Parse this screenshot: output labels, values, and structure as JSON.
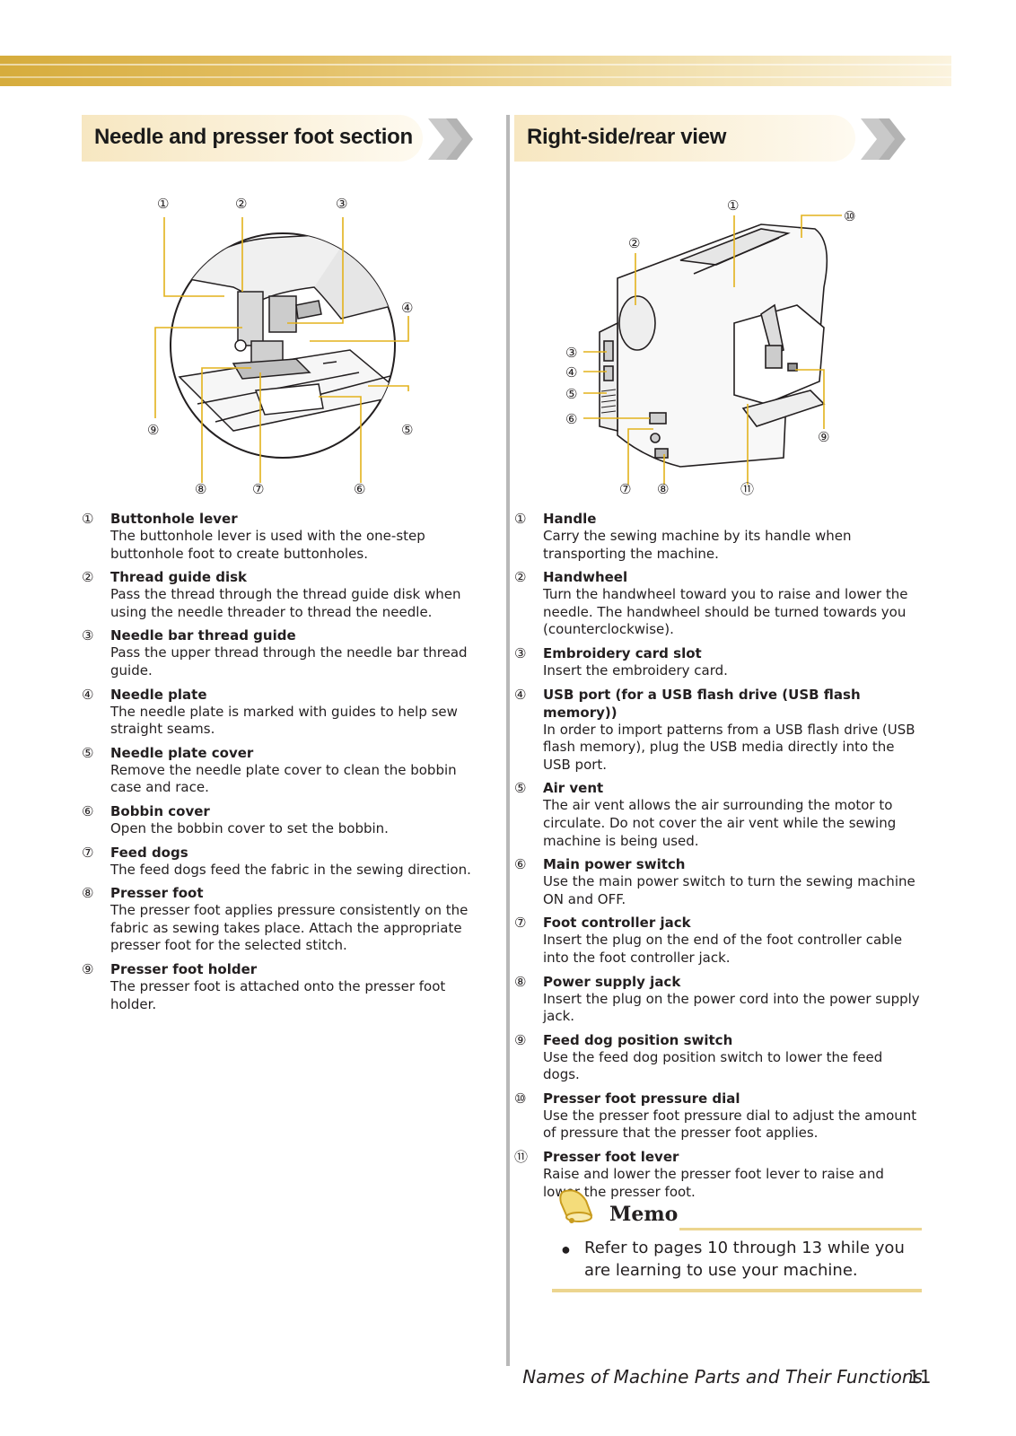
{
  "left_section": {
    "title": "Needle and presser foot section",
    "callouts": [
      "①",
      "②",
      "③",
      "④",
      "⑤",
      "⑥",
      "⑦",
      "⑧",
      "⑨"
    ],
    "parts": [
      {
        "num": "①",
        "name": "Buttonhole lever",
        "desc": "The buttonhole lever is used with the one-step buttonhole foot to create buttonholes."
      },
      {
        "num": "②",
        "name": "Thread guide disk",
        "desc": "Pass the thread through the thread guide disk when using the needle threader to thread the needle."
      },
      {
        "num": "③",
        "name": "Needle bar thread guide",
        "desc": "Pass the upper thread through the needle bar thread guide."
      },
      {
        "num": "④",
        "name": "Needle plate",
        "desc": "The needle plate is marked with guides to help sew straight seams."
      },
      {
        "num": "⑤",
        "name": "Needle plate cover",
        "desc": "Remove the needle plate cover to clean the bobbin case and race."
      },
      {
        "num": "⑥",
        "name": "Bobbin cover",
        "desc": "Open the bobbin cover to set the bobbin."
      },
      {
        "num": "⑦",
        "name": "Feed dogs",
        "desc": "The feed dogs feed the fabric in the sewing direction."
      },
      {
        "num": "⑧",
        "name": "Presser foot",
        "desc": "The presser foot applies pressure consistently on the fabric as sewing takes place. Attach the appropriate presser foot for the selected stitch."
      },
      {
        "num": "⑨",
        "name": "Presser foot holder",
        "desc": "The presser foot is attached onto the presser foot holder."
      }
    ]
  },
  "right_section": {
    "title": "Right-side/rear view",
    "callouts": [
      "①",
      "②",
      "③",
      "④",
      "⑤",
      "⑥",
      "⑦",
      "⑧",
      "⑨",
      "⑩",
      "⑪"
    ],
    "parts": [
      {
        "num": "①",
        "name": "Handle",
        "desc": "Carry the sewing machine by its handle when transporting the machine."
      },
      {
        "num": "②",
        "name": "Handwheel",
        "desc": "Turn the handwheel toward you to raise and lower the needle. The handwheel should be turned towards you (counterclockwise)."
      },
      {
        "num": "③",
        "name": "Embroidery card slot",
        "desc": "Insert the embroidery card."
      },
      {
        "num": "④",
        "name": "USB port (for a USB flash drive (USB flash memory))",
        "desc": "In order to import patterns from a USB flash drive (USB flash memory), plug the USB media directly into the USB port."
      },
      {
        "num": "⑤",
        "name": "Air vent",
        "desc": "The air vent allows the air surrounding the motor to circulate. Do not cover the air vent while the sewing machine is being used."
      },
      {
        "num": "⑥",
        "name": "Main power switch",
        "desc": "Use the main power switch to turn the sewing machine ON and OFF."
      },
      {
        "num": "⑦",
        "name": "Foot controller jack",
        "desc": "Insert the plug on the end of the foot controller cable into the foot controller jack."
      },
      {
        "num": "⑧",
        "name": "Power supply jack",
        "desc": "Insert the plug on the power cord into the power supply jack."
      },
      {
        "num": "⑨",
        "name": "Feed dog position switch",
        "desc": "Use the feed dog position switch to lower the feed dogs."
      },
      {
        "num": "⑩",
        "name": "Presser foot pressure dial",
        "desc": "Use the presser foot pressure dial to adjust the amount of pressure that the presser foot applies."
      },
      {
        "num": "⑪",
        "name": "Presser foot lever",
        "desc": "Raise and lower the presser foot lever to raise and lower the presser foot."
      }
    ]
  },
  "memo": {
    "title": "Memo",
    "bullet": "●",
    "text": "Refer to pages 10 through 13 while you are learning to use your machine."
  },
  "footer": {
    "chapter": "Names of Machine Parts and Their Functions",
    "page": "11"
  },
  "colors": {
    "accent_gold": "#d6ac3c",
    "tab_cream": "#f7e7c1",
    "chevron_gray": "#c9c9c9",
    "leader_line": "#e3b21c",
    "memo_rule": "#ecd58f"
  }
}
